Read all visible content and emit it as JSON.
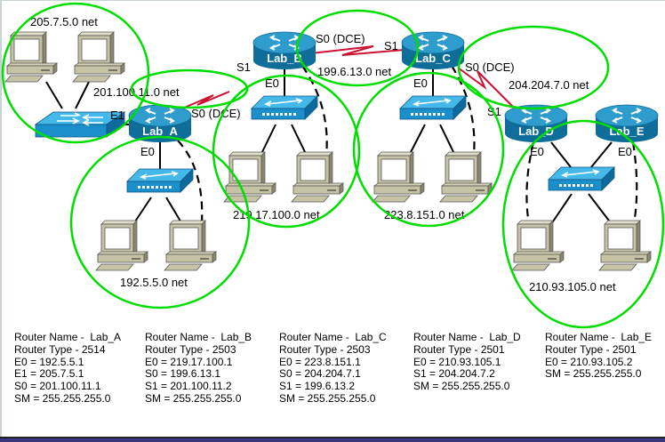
{
  "colors": {
    "network_circle": "#00dd00",
    "serial_link": "#cc1133",
    "router_body": "#1b86b0",
    "switch_body": "#1a9ad6",
    "pc_body": "#c6c3a6"
  },
  "routers": [
    {
      "id": "A",
      "label": "Lab_A"
    },
    {
      "id": "B",
      "label": "Lab_B"
    },
    {
      "id": "C",
      "label": "Lab_C"
    },
    {
      "id": "D",
      "label": "Lab_D"
    },
    {
      "id": "E",
      "label": "Lab_E"
    }
  ],
  "networks": [
    {
      "label": "205.7.5.0 net"
    },
    {
      "label": "201.100.11.0 net"
    },
    {
      "label": "192.5.5.0 net"
    },
    {
      "label": "219.17.100.0 net"
    },
    {
      "label": "199.6.13.0 net"
    },
    {
      "label": "223.8.151.0 net"
    },
    {
      "label": "204.204.7.0 net"
    },
    {
      "label": "210.93.105.0 net"
    }
  ],
  "interfaces": {
    "a_e1": "E1",
    "a_e0": "E0",
    "a_s0": "S0 (DCE)",
    "b_s1": "S1",
    "b_e0": "E0",
    "b_s0": "S0 (DCE)",
    "c_s1": "S1",
    "c_e0": "E0",
    "c_s0": "S0 (DCE)",
    "d_s1": "S1",
    "d_e0": "E0",
    "e_e0": "E0"
  },
  "router_info": [
    {
      "lines": [
        "Router Name -  Lab_A",
        "Router Type - 2514",
        "E0 = 192.5.5.1",
        "E1 = 205.7.5.1",
        "S0 = 201.100.11.1",
        "SM = 255.255.255.0"
      ]
    },
    {
      "lines": [
        "Router Name -  Lab_B",
        "Router Type - 2503",
        "E0 = 219.17.100.1",
        "S0 = 199.6.13.1",
        "S1 = 201.100.11.2",
        "SM = 255.255.255.0"
      ]
    },
    {
      "lines": [
        "Router Name -  Lab_C",
        "Router Type - 2503",
        "E0 = 223.8.151.1",
        "S0 = 204.204.7.1",
        "S1 = 199.6.13.2",
        "SM = 255.255.255.0"
      ]
    },
    {
      "lines": [
        "Router Name -  Lab_D",
        "Router Type - 2501",
        "E0 = 210.93.105.1",
        "S1 = 204.204.7.2",
        "SM = 255.255.255.0"
      ]
    },
    {
      "lines": [
        "Router Name -  Lab_E",
        "Router Type - 2501",
        "E0 = 210.93.105.2",
        "SM = 255.255.255.0"
      ]
    }
  ]
}
